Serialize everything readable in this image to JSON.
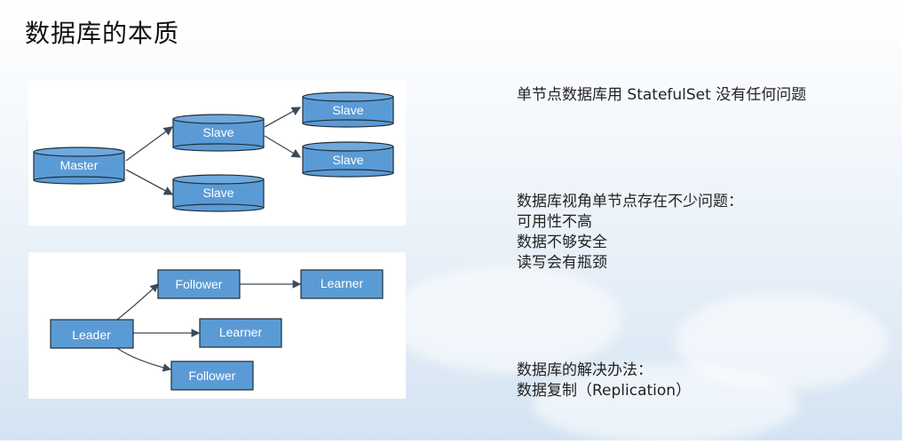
{
  "title": "数据库的本质",
  "diagram_top": {
    "master": "Master",
    "slave_mid_top": "Slave",
    "slave_mid_bottom": "Slave",
    "slave_right_top": "Slave",
    "slave_right_bottom": "Slave"
  },
  "diagram_bottom": {
    "leader": "Leader",
    "follower_top": "Follower",
    "follower_bottom": "Follower",
    "learner_top": "Learner",
    "learner_mid": "Learner"
  },
  "notes": {
    "single_node": "单节点数据库用 StatefulSet 没有任何问题",
    "issues_heading": "数据库视角单节点存在不少问题：",
    "issue_1": "可用性不高",
    "issue_2": "数据不够安全",
    "issue_3": "读写会有瓶颈",
    "solution_heading": "数据库的解决办法：",
    "solution_1": "数据复制（Replication）"
  },
  "colors": {
    "node_fill": "#5b9bd5",
    "node_stroke": "#1f2d3a",
    "edge": "#3a4a5a"
  }
}
